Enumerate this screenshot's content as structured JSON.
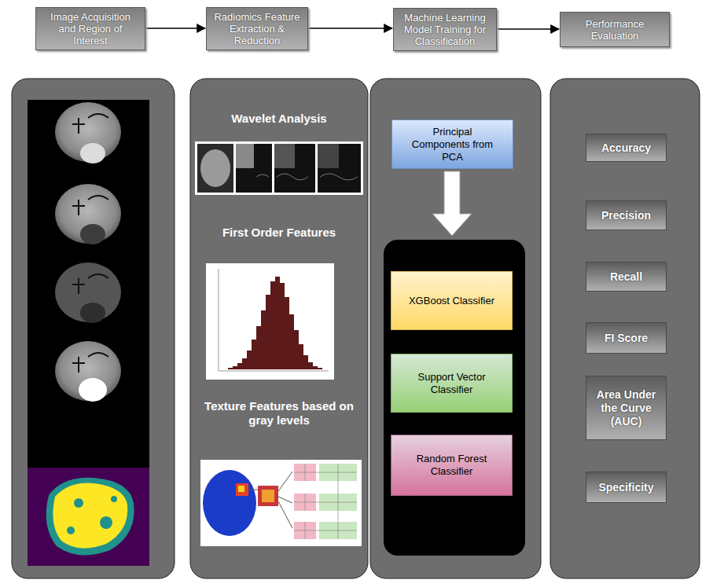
{
  "diagram": {
    "nodes": [
      {
        "text": [
          "Image Acquisition and Region of Interest"
        ]
      },
      {
        "text": [
          "Radiomics Feature Extraction & Reduction"
        ]
      },
      {
        "text": [
          "Machine Learning Model Training for Classification"
        ]
      },
      {
        "text": [
          "Performance Evaluation"
        ]
      },
      {
        "text": [
          "Wavelet Analysis",
          "First Order Features",
          "Texture Features based on gray levels"
        ]
      },
      {
        "text": [
          "Principal Components from PCA"
        ]
      },
      {
        "text": [
          "XGBoost Classifier"
        ]
      },
      {
        "text": [
          "Support Vector Classifier"
        ]
      },
      {
        "text": [
          "Random Forest Classifier"
        ]
      },
      {
        "text": [
          "Accuracy"
        ]
      },
      {
        "text": [
          "Precision"
        ]
      },
      {
        "text": [
          "Recall"
        ]
      },
      {
        "text": [
          "FI Score"
        ]
      },
      {
        "text": [
          "Area Under the Curve (AUC)"
        ]
      },
      {
        "text": [
          "Specificity"
        ]
      }
    ],
    "edges": [
      {
        "from": 0,
        "to": 1,
        "arrow": "to"
      },
      {
        "from": 1,
        "to": 2,
        "arrow": "to"
      },
      {
        "from": 2,
        "to": 3,
        "arrow": "to"
      }
    ]
  }
}
